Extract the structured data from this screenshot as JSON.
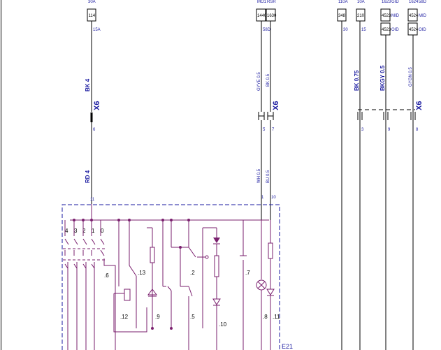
{
  "header": {
    "f1_top": "30A",
    "f1_box": "114",
    "f1_side": "15A",
    "mid_top1": "MO1",
    "mid_top2": "RSR",
    "mid_box1": "1440",
    "mid_box2": "1630",
    "mid_side": "58D",
    "r1_top": "110A",
    "r1_box": "348",
    "r1_side": "30",
    "r2_top": "10A",
    "r2_box": "210",
    "r2_side": "15",
    "r3_top": "1623",
    "r3_box_a": "4523",
    "r3_box_b": "4523",
    "r3_side_a": "MID",
    "r3_side_b": "OID",
    "r3_side_top": "GID",
    "r4_top": "1624",
    "r4_box_a": "4524",
    "r4_box_b": "4524",
    "r4_side_a": "MID",
    "r4_side_b": "OID",
    "r4_side_top": "58D"
  },
  "wires": {
    "bk4": "BK 4",
    "rd4": "RD 4",
    "gyye": "GYYE 0.5",
    "bk05": "BK 0.5",
    "wh05": "WH 0.5",
    "bu05": "BU 0.5",
    "bk075": "BK 0.75",
    "bkgy": "BKGY 0.5",
    "gygn": "GYGN 0.5"
  },
  "connectors": {
    "x6_a": "X6",
    "x6_b": "X6",
    "x6_c": "X6",
    "pin_6": "6",
    "pin_5": "5",
    "pin_7": "7",
    "pin_3": "3",
    "pin_9": "9",
    "pin_8": "8",
    "pin_11": "11",
    "pin_1": "1",
    "pin_10": "10"
  },
  "switch": {
    "pos_4": "4",
    "pos_3": "3",
    "pos_2": "2",
    "pos_1": "1",
    "pos_0": "0",
    "c6": ".6",
    "c13": ".13",
    "c12": ".12",
    "c9": ".9",
    "c2": ".2",
    "c5": ".5",
    "c10": ".10",
    "c7": ".7",
    "c8": ".8",
    "c11": ".11",
    "ref": "E21"
  }
}
